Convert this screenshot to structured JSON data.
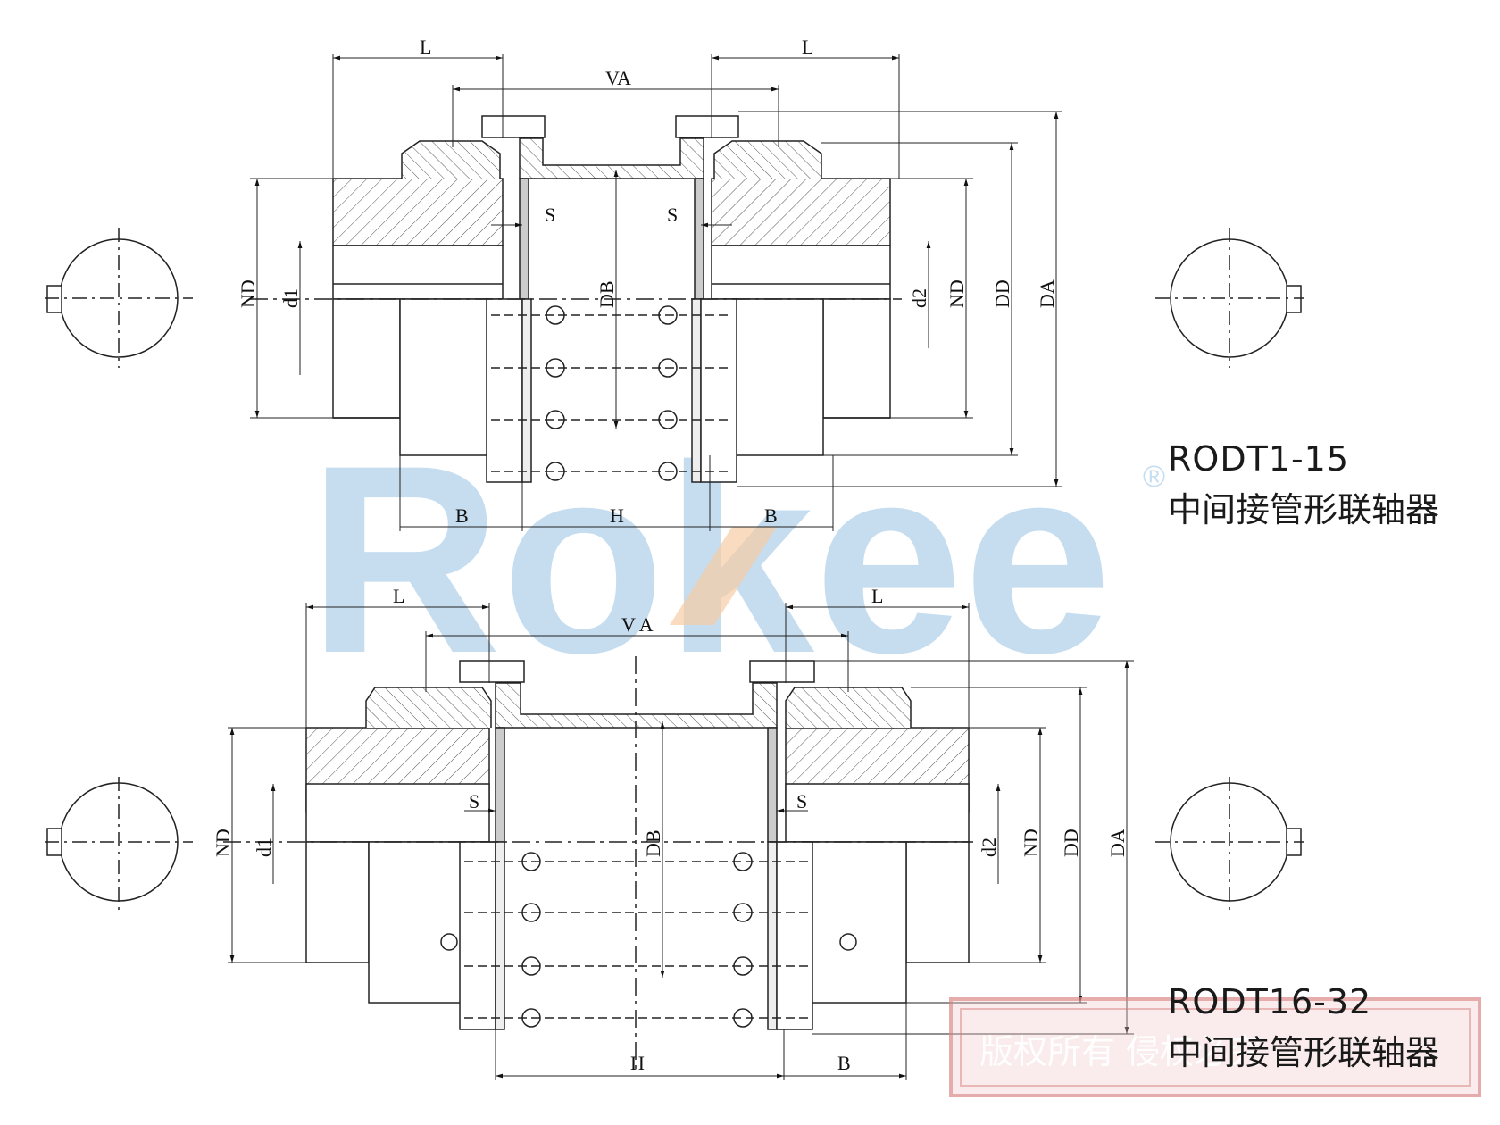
{
  "watermark": {
    "logo_text": "Rokee",
    "logo_color": "#b9d6ee",
    "accent_color": "#f2b98a",
    "registered_mark": "®"
  },
  "top_diagram": {
    "model": "RODT1-15",
    "name": "中间接管形联轴器",
    "dims": {
      "L_left": "L",
      "L_right": "L",
      "VA": "VA",
      "S_left": "S",
      "S_right": "S",
      "ND_left": "ND",
      "d1": "d1",
      "DB": "DB",
      "d2": "d2",
      "ND_right": "ND",
      "DD": "DD",
      "DA": "DA",
      "B_left": "B",
      "H": "H",
      "B_right": "B"
    }
  },
  "bottom_diagram": {
    "model": "RODT16-32",
    "name": "中间接管形联轴器",
    "dims": {
      "L_left": "L",
      "L_right": "L",
      "VA": "V A",
      "S_left": "S",
      "S_right": "S",
      "ND_left": "ND",
      "d1": "d1",
      "DB": "DB",
      "d2": "d2",
      "ND_right": "ND",
      "DD": "DD",
      "DA": "DA",
      "H": "H",
      "B_right": "B"
    }
  },
  "copyright": {
    "text": "版权所有 侵权必究"
  }
}
